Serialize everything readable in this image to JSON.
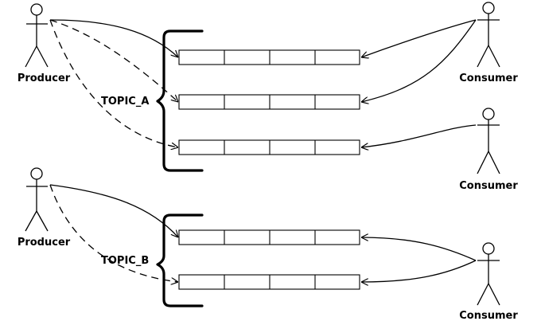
{
  "colors": {
    "stroke": "#000000",
    "background": "#ffffff"
  },
  "topics": [
    {
      "label": "TOPIC_A",
      "partition_count": 3,
      "segments_per_partition": 4,
      "producer": {
        "label": "Producer",
        "icon": "stick-figure-icon"
      },
      "producer_links": [
        "solid",
        "dashed",
        "dashed"
      ],
      "consumers": [
        {
          "label": "Consumer",
          "icon": "stick-figure-icon",
          "reads_partitions": [
            1,
            2
          ]
        },
        {
          "label": "Consumer",
          "icon": "stick-figure-icon",
          "reads_partitions": [
            3
          ]
        }
      ]
    },
    {
      "label": "TOPIC_B",
      "partition_count": 2,
      "segments_per_partition": 4,
      "producer": {
        "label": "Producer",
        "icon": "stick-figure-icon"
      },
      "producer_links": [
        "solid",
        "dashed"
      ],
      "consumers": [
        {
          "label": "Consumer",
          "icon": "stick-figure-icon",
          "reads_partitions": [
            1,
            2
          ]
        }
      ]
    }
  ]
}
